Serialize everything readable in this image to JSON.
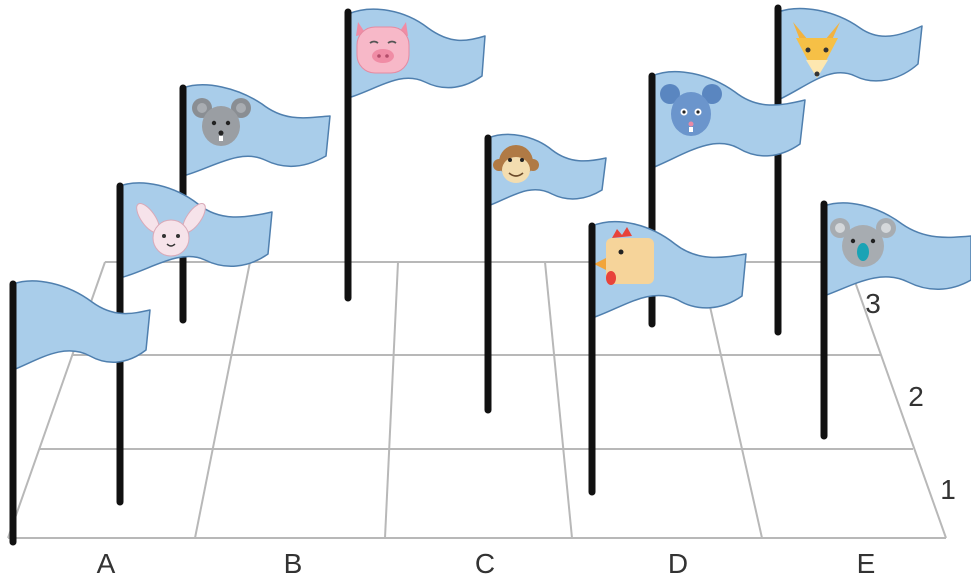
{
  "grid": {
    "columns": [
      "A",
      "B",
      "C",
      "D",
      "E"
    ],
    "rows": [
      "1",
      "2",
      "3"
    ],
    "line_color": "#b8b8b8"
  },
  "flag_color": "#a9cdea",
  "flags": [
    {
      "animal": "none",
      "icon": "blank-flag"
    },
    {
      "animal": "rabbit",
      "icon": "rabbit-icon"
    },
    {
      "animal": "mouse",
      "icon": "gray-mouse-icon"
    },
    {
      "animal": "pig",
      "icon": "pig-icon"
    },
    {
      "animal": "monkey",
      "icon": "monkey-icon"
    },
    {
      "animal": "chicken",
      "icon": "chicken-icon"
    },
    {
      "animal": "mouse",
      "icon": "blue-mouse-icon"
    },
    {
      "animal": "fox",
      "icon": "fox-icon"
    },
    {
      "animal": "koala",
      "icon": "koala-icon"
    }
  ]
}
